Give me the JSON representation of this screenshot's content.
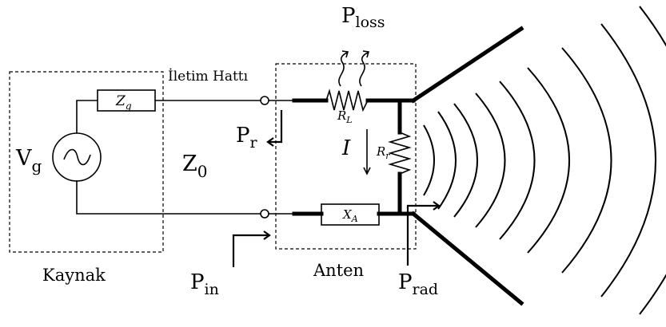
{
  "labels": {
    "source_box": "Kaynak",
    "transmission_line": "İletim Hattı",
    "antenna_box": "Anten",
    "impedance_line": "Z",
    "impedance_line_sub": "0",
    "voltage": "V",
    "voltage_sub": "g",
    "source_impedance": "Z",
    "source_impedance_sub": "g",
    "load_resistance": "R",
    "load_resistance_sub": "L",
    "radiation_resistance": "R",
    "radiation_resistance_sub": "r",
    "antenna_reactance": "X",
    "antenna_reactance_sub": "A",
    "current": "I",
    "p_loss": "P",
    "p_loss_sub": "loss",
    "p_r": "P",
    "p_r_sub": "r",
    "p_in": "P",
    "p_in_sub": "in",
    "p_rad": "P",
    "p_rad_sub": "rad"
  },
  "icons": [
    "ac-source-icon",
    "resistor-icon",
    "arrow-icon",
    "radiation-wave-icon",
    "horn-antenna-icon"
  ]
}
